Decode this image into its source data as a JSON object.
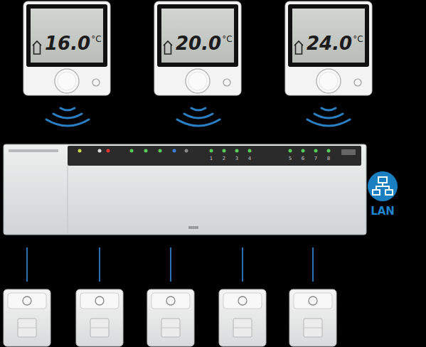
{
  "diagram": {
    "nodes": [
      {
        "text": [
          "16.0",
          "°C"
        ]
      },
      {
        "text": [
          "20.0",
          "°C"
        ]
      },
      {
        "text": [
          "24.0",
          "°C"
        ]
      },
      {
        "text": [
          "1",
          "2",
          "3",
          "4",
          "5",
          "6",
          "7",
          "8"
        ]
      },
      {
        "text": [
          "LAN"
        ]
      }
    ]
  }
}
